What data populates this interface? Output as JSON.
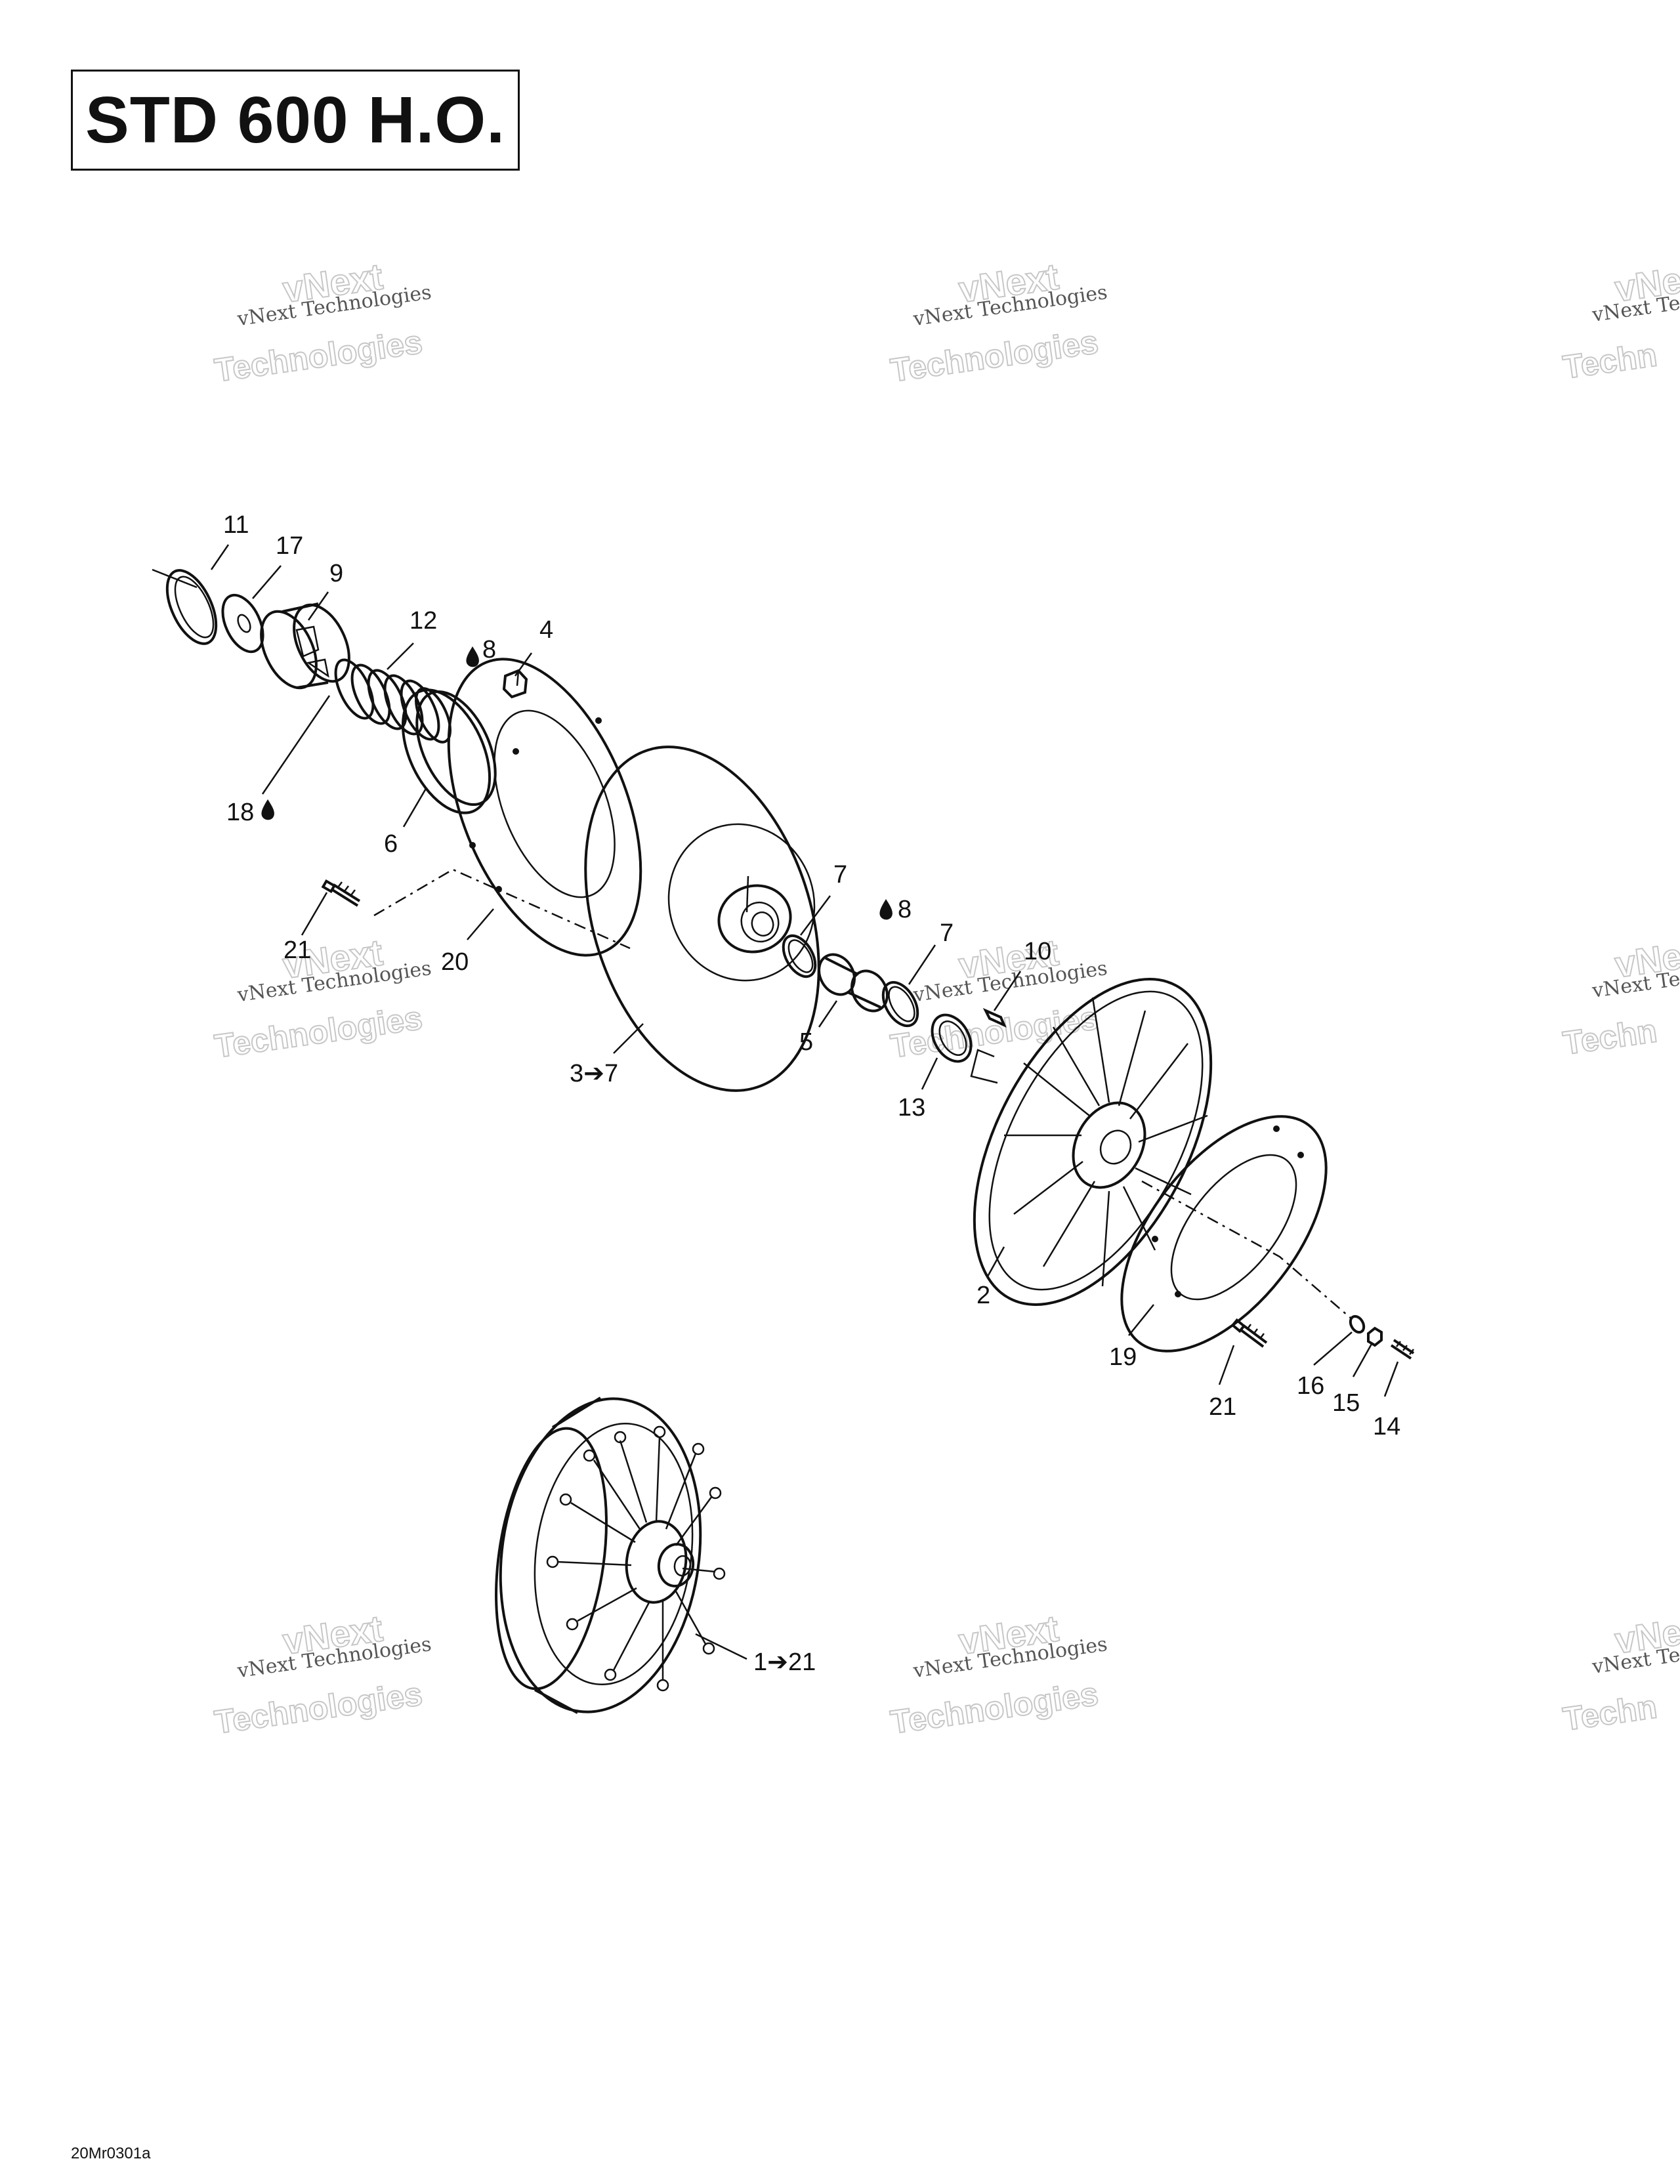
{
  "title": "STD 600 H.O.",
  "drawing_code": "20Mr0301a",
  "watermark": {
    "line1": "vNext Technologies",
    "line2a": "vNext",
    "line2b": "Technologies",
    "line1_cut": "vNext Te",
    "line2a_cut": "vNe",
    "line2b_cut": "Techn"
  },
  "callouts": {
    "c11": "11",
    "c17": "17",
    "c9": "9",
    "c12": "12",
    "c8a": "8",
    "c4": "4",
    "c18": "18",
    "c6": "6",
    "c7a": "7",
    "c8b": "8",
    "c7b": "7",
    "c10": "10",
    "c21a": "21",
    "c20": "20",
    "c37": "3➔7",
    "c5": "5",
    "c13": "13",
    "c2": "2",
    "c19": "19",
    "c21b": "21",
    "c16": "16",
    "c15": "15",
    "c14": "14",
    "c121": "1➔21"
  },
  "icons": {
    "lube": "oil-drop-icon"
  }
}
